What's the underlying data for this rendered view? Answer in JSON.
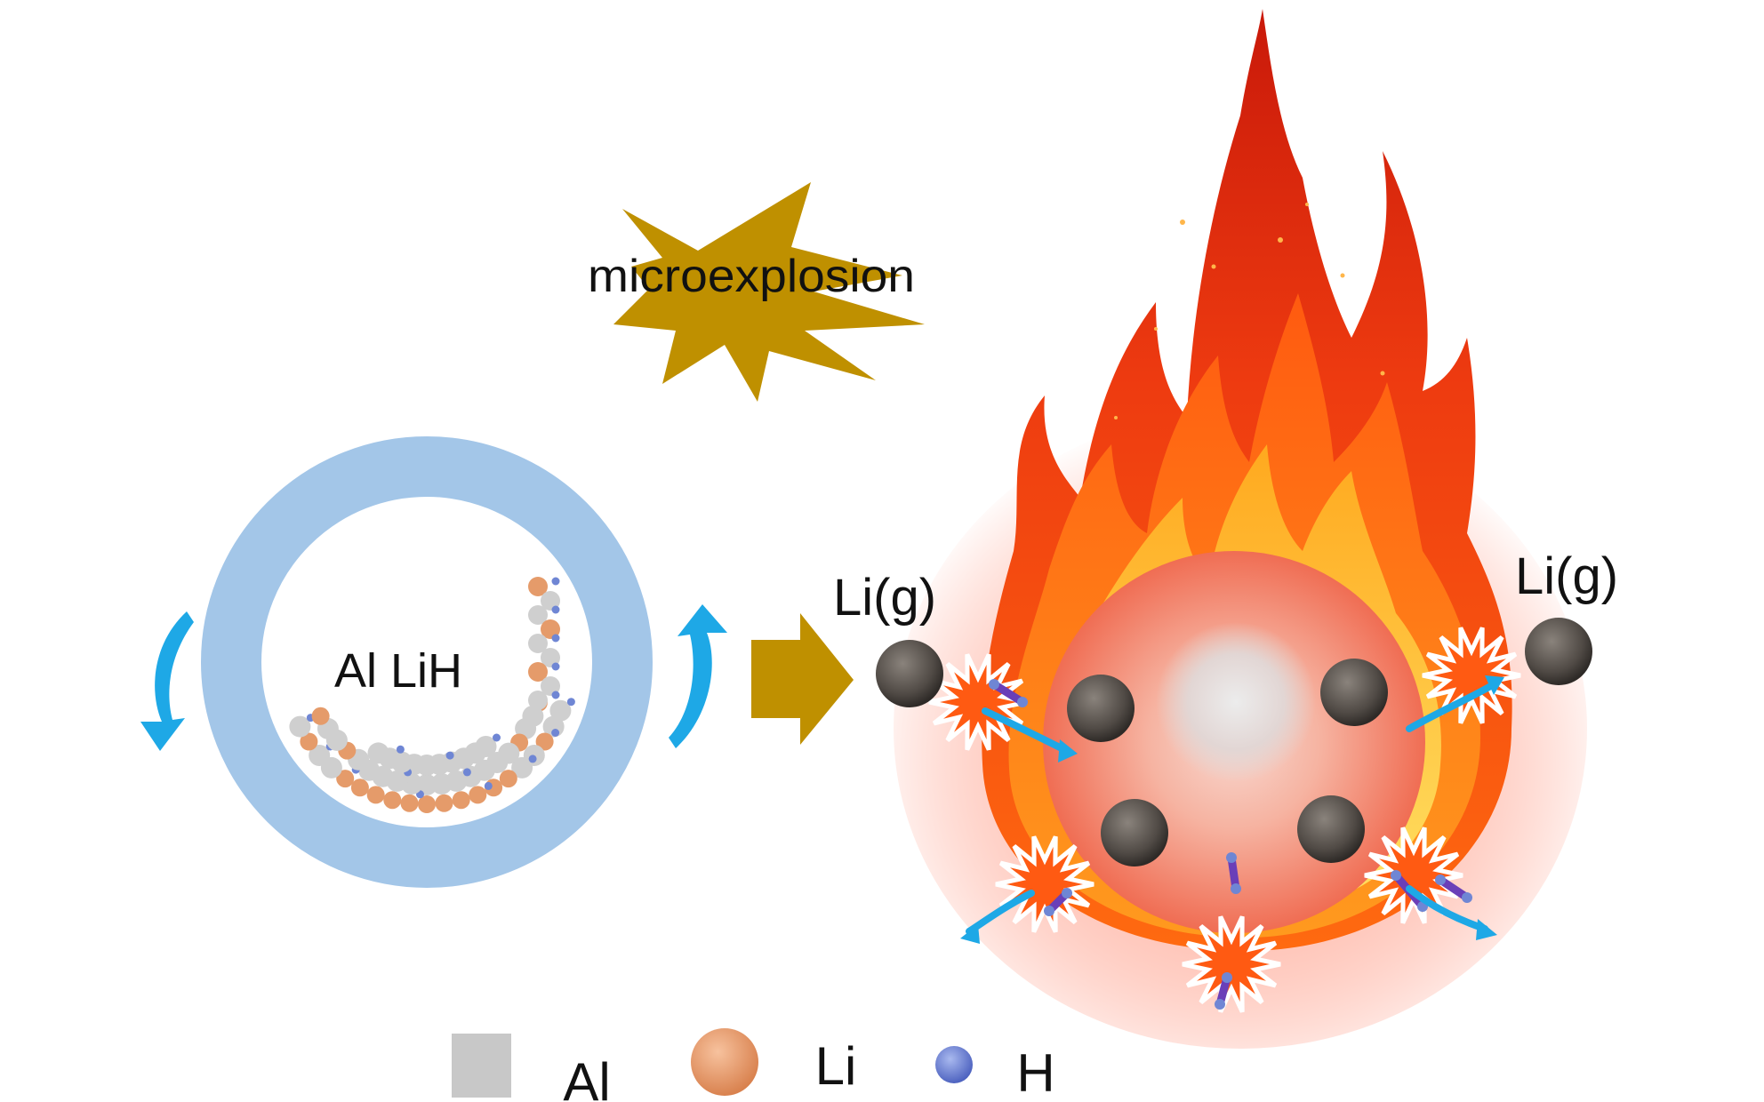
{
  "labels": {
    "explosion": "microexplosion",
    "particle": "Al LiH",
    "lig_left": "Li(g)",
    "lig_right": "Li(g)"
  },
  "legend": [
    {
      "label": "Al",
      "icon": "gray-square"
    },
    {
      "label": "Li",
      "icon": "orange-circle"
    },
    {
      "label": "H",
      "icon": "blue-circle"
    }
  ],
  "colors": {
    "shell": "#a3c6e8",
    "arrow_blue": "#1ea8e6",
    "gold": "#bf9000",
    "al": "#c8c8c8",
    "li": "#e59b6a",
    "h": "#6f86d4",
    "sphere": "#56504b",
    "flame_outer": "#e8320e",
    "flame_mid": "#ff7a12",
    "flame_core": "#ffd23a"
  }
}
